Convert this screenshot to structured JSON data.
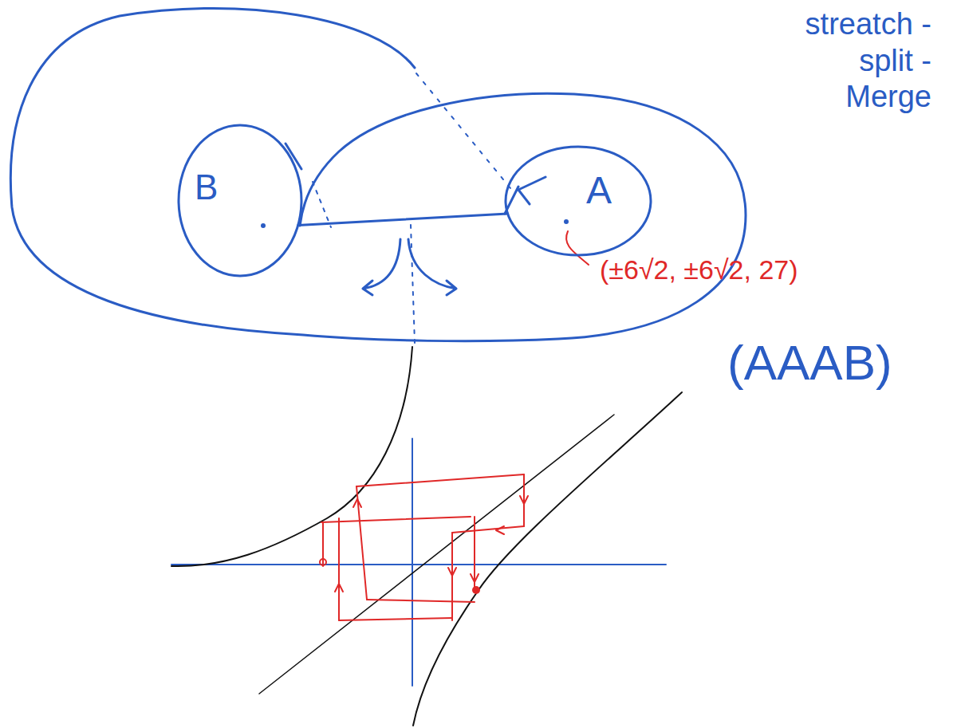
{
  "diagram": {
    "nodes": [
      {
        "text": [
          "B"
        ]
      },
      {
        "text": [
          "A"
        ]
      }
    ],
    "edges": [
      {
        "from": 0,
        "to": 1,
        "arrow": "none"
      }
    ],
    "labels": [
      "streatch - split - Merge",
      "(±6√2, ±6√2, 27)",
      "(AAAB)"
    ]
  }
}
